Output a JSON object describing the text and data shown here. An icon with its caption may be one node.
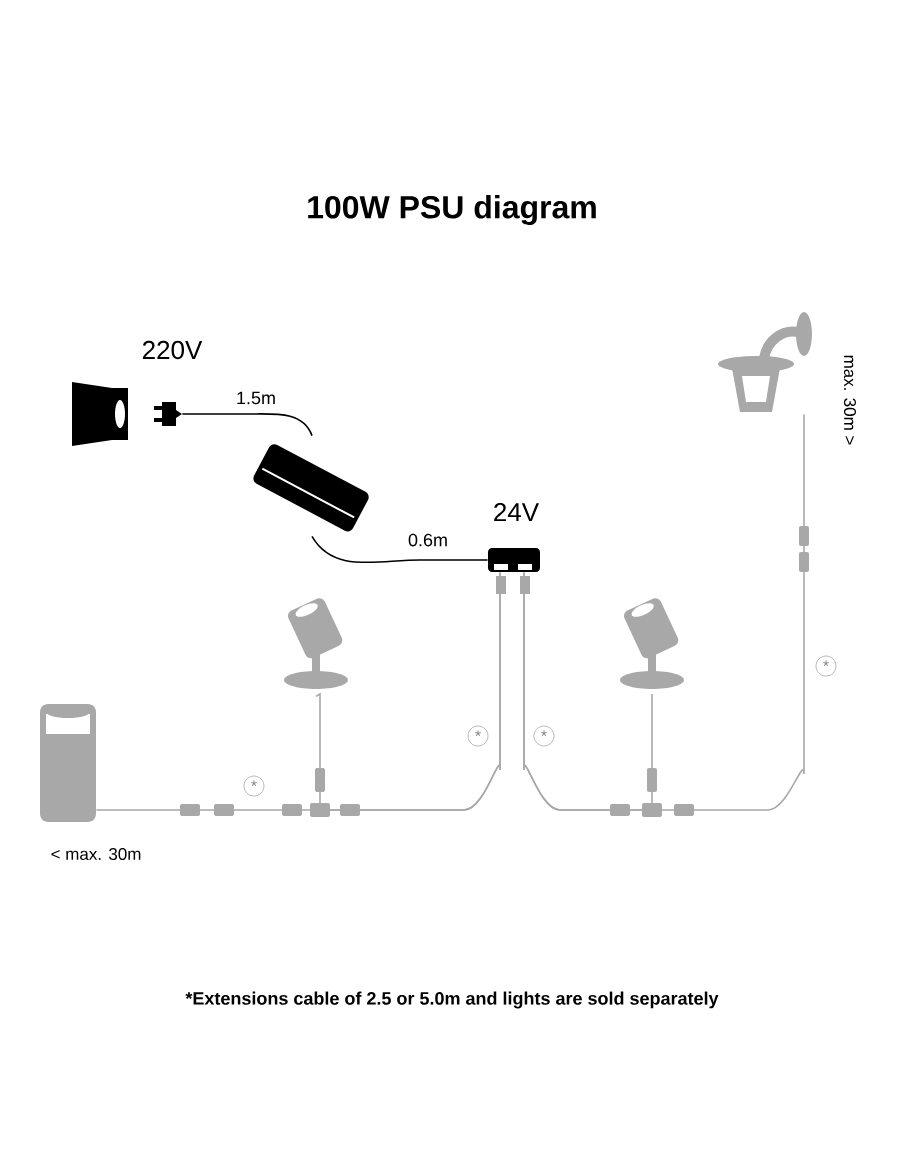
{
  "diagram": {
    "title": "100W PSU diagram",
    "caption": "*Extensions cable of 2.5 or 5.0m and lights are sold separately",
    "nodes": [
      {
        "text": [],
        "shape": "box"
      },
      {
        "text": [],
        "shape": "plug"
      },
      {
        "text": [],
        "shape": "box"
      },
      {
        "text": [],
        "shape": "box",
        "beside": [
          "24V"
        ]
      },
      {
        "text": [],
        "shape": "cylinder"
      },
      {
        "text": [],
        "shape": "spotlight"
      },
      {
        "text": [],
        "shape": "spotlight"
      },
      {
        "text": [],
        "shape": "lantern"
      }
    ],
    "edges": [
      {
        "from": 1,
        "to": 2,
        "arrow": "none",
        "label": "1.5m",
        "color": "#000000"
      },
      {
        "from": 2,
        "to": 3,
        "arrow": "none",
        "label": "0.6m",
        "color": "#000000"
      },
      {
        "from": 3,
        "to": 4,
        "arrow": "none"
      },
      {
        "from": 3,
        "to": 5,
        "arrow": "none"
      },
      {
        "from": 3,
        "to": 6,
        "arrow": "none"
      },
      {
        "from": 3,
        "to": 7,
        "arrow": "none"
      }
    ],
    "labels": [
      "220V",
      "*",
      "*",
      "*",
      "*",
      "< max. 30m",
      "max. 30m >"
    ]
  }
}
